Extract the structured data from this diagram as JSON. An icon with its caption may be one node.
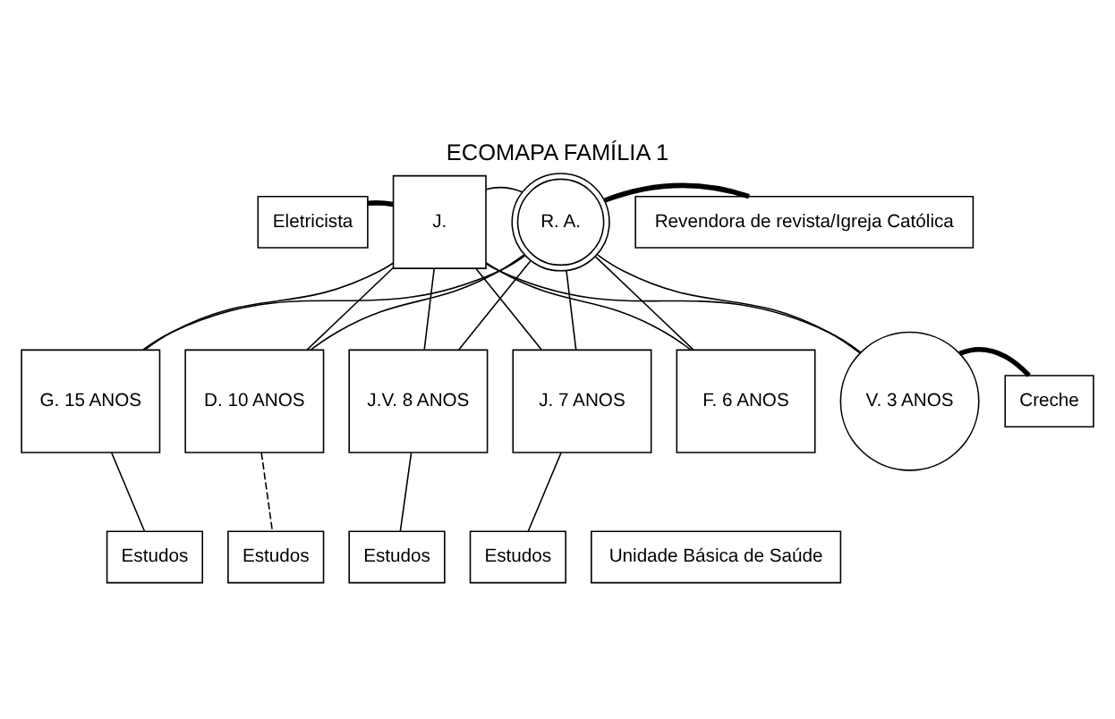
{
  "diagram": {
    "title": "ECOMAPA FAMÍLIA 1",
    "nodes": [
      {
        "text": [
          "Eletricista"
        ]
      },
      {
        "text": [
          "J."
        ]
      },
      {
        "text": [
          "R. A."
        ]
      },
      {
        "text": [
          "Revendora de revista/Igreja Católica"
        ]
      },
      {
        "text": [
          "G. 15 ANOS"
        ]
      },
      {
        "text": [
          "D. 10 ANOS"
        ]
      },
      {
        "text": [
          "J.V. 8 ANOS"
        ]
      },
      {
        "text": [
          "J. 7 ANOS"
        ]
      },
      {
        "text": [
          "F. 6 ANOS"
        ]
      },
      {
        "text": [
          "V. 3 ANOS"
        ]
      },
      {
        "text": [
          "Creche"
        ]
      },
      {
        "text": [
          "Estudos"
        ]
      },
      {
        "text": [
          "Estudos"
        ]
      },
      {
        "text": [
          "Estudos"
        ]
      },
      {
        "text": [
          "Estudos"
        ]
      },
      {
        "text": [
          "Unidade Básica de Saúde"
        ]
      }
    ],
    "edges": [
      {
        "from": 0,
        "to": 1,
        "arrow": "none",
        "style": "thick"
      },
      {
        "from": 1,
        "to": 2,
        "arrow": "none"
      },
      {
        "from": 2,
        "to": 3,
        "arrow": "none",
        "style": "thick"
      },
      {
        "from": 1,
        "to": 4,
        "arrow": "none"
      },
      {
        "from": 2,
        "to": 4,
        "arrow": "none"
      },
      {
        "from": 1,
        "to": 5,
        "arrow": "none"
      },
      {
        "from": 2,
        "to": 5,
        "arrow": "none"
      },
      {
        "from": 1,
        "to": 6,
        "arrow": "none"
      },
      {
        "from": 2,
        "to": 6,
        "arrow": "none"
      },
      {
        "from": 1,
        "to": 7,
        "arrow": "none"
      },
      {
        "from": 2,
        "to": 7,
        "arrow": "none"
      },
      {
        "from": 1,
        "to": 8,
        "arrow": "none"
      },
      {
        "from": 2,
        "to": 8,
        "arrow": "none"
      },
      {
        "from": 1,
        "to": 9,
        "arrow": "none"
      },
      {
        "from": 2,
        "to": 9,
        "arrow": "none"
      },
      {
        "from": 9,
        "to": 10,
        "arrow": "none",
        "style": "thick"
      },
      {
        "from": 4,
        "to": 11,
        "arrow": "none"
      },
      {
        "from": 5,
        "to": 12,
        "arrow": "none",
        "style": "dashed"
      },
      {
        "from": 6,
        "to": 13,
        "arrow": "none"
      },
      {
        "from": 7,
        "to": 14,
        "arrow": "none"
      }
    ]
  }
}
